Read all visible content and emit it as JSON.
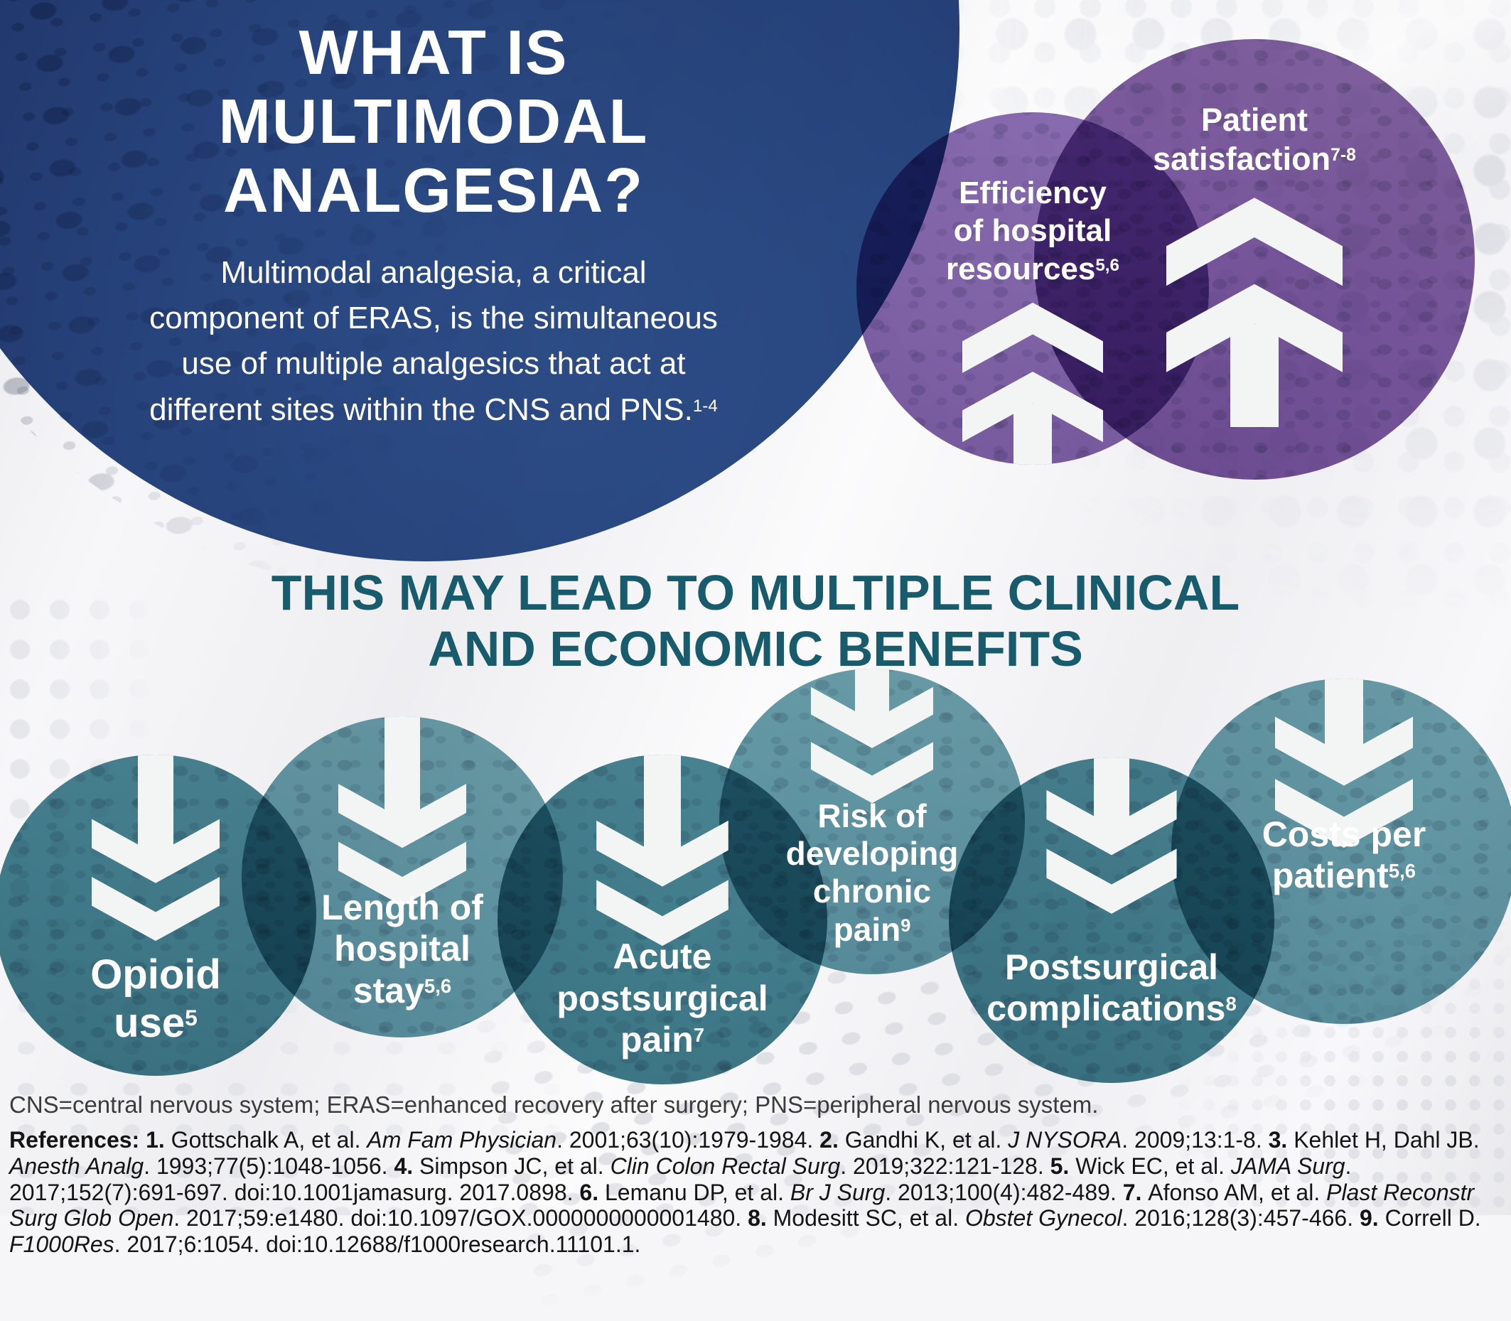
{
  "colors": {
    "navy": "#24417C",
    "purple": "#7A5EA3",
    "teal_dark": "#417D8C",
    "teal_light": "#6197A4",
    "heading_teal": "#175B6C",
    "text_white": "#FFFFFF",
    "background": "#F6F6F8"
  },
  "intro": {
    "title": "WHAT IS\nMULTIMODAL\nANALGESIA?",
    "body": "Multimodal analgesia, a critical\ncomponent of ERAS, is the simultaneous\nuse of multiple analgesics that act at\ndifferent sites within the CNS and PNS.",
    "body_sup": "1-4"
  },
  "up_benefits": [
    {
      "label": "Efficiency\nof hospital\nresources",
      "sup": "5,6",
      "icon": "up-arrow"
    },
    {
      "label": "Patient\nsatisfaction",
      "sup": "7-8",
      "icon": "up-arrow"
    }
  ],
  "lead_heading": "THIS MAY LEAD TO MULTIPLE CLINICAL\nAND ECONOMIC BENEFITS",
  "down_benefits": [
    {
      "label": "Opioid\nuse",
      "sup": "5",
      "icon": "down-arrow"
    },
    {
      "label": "Length of\nhospital\nstay",
      "sup": "5,6",
      "icon": "down-arrow"
    },
    {
      "label": "Acute\npostsurgical\npain",
      "sup": "7",
      "icon": "down-arrow"
    },
    {
      "label": "Risk of\ndeveloping\nchronic\npain",
      "sup": "9",
      "icon": "down-arrow"
    },
    {
      "label": "Postsurgical\ncomplications",
      "sup": "8",
      "icon": "down-arrow"
    },
    {
      "label": "Costs per\npatient",
      "sup": "5,6",
      "icon": "down-arrow"
    }
  ],
  "footnotes": {
    "abbreviations": "CNS=central nervous system; ERAS=enhanced recovery after surgery; PNS=peripheral nervous system.",
    "references": [
      {
        "t": "References: ",
        "b": true
      },
      {
        "t": "1. ",
        "b": true
      },
      {
        "t": "Gottschalk A, et al. "
      },
      {
        "t": "Am Fam Physician",
        "i": true
      },
      {
        "t": ". 2001;63(10):1979-1984. "
      },
      {
        "t": "2. ",
        "b": true
      },
      {
        "t": "Gandhi K, et al. "
      },
      {
        "t": "J NYSORA",
        "i": true
      },
      {
        "t": ". 2009;13:1-8. "
      },
      {
        "t": "3. ",
        "b": true
      },
      {
        "t": "Kehlet H, Dahl JB. "
      },
      {
        "t": "Anesth Analg",
        "i": true
      },
      {
        "t": ". 1993;77(5):1048-1056. "
      },
      {
        "t": "4. ",
        "b": true
      },
      {
        "t": "Simpson JC, et al. "
      },
      {
        "t": "Clin Colon Rectal Surg",
        "i": true
      },
      {
        "t": ". 2019;322:121-128. "
      },
      {
        "t": "5. ",
        "b": true
      },
      {
        "t": "Wick EC, et al. "
      },
      {
        "t": "JAMA Surg",
        "i": true
      },
      {
        "t": ". 2017;152(7):691-697. doi:10.1001jamasurg. 2017.0898. "
      },
      {
        "t": "6. ",
        "b": true
      },
      {
        "t": "Lemanu DP, et al. "
      },
      {
        "t": "Br J Surg",
        "i": true
      },
      {
        "t": ". 2013;100(4):482-489. "
      },
      {
        "t": "7. ",
        "b": true
      },
      {
        "t": "Afonso AM, et al. "
      },
      {
        "t": "Plast Reconstr Surg Glob Open",
        "i": true
      },
      {
        "t": ". 2017;59:e1480. doi:10.1097/GOX.0000000000001480. "
      },
      {
        "t": "8. ",
        "b": true
      },
      {
        "t": "Modesitt SC, et al. "
      },
      {
        "t": "Obstet Gynecol",
        "i": true
      },
      {
        "t": ". 2016;128(3):457-466. "
      },
      {
        "t": "9. ",
        "b": true
      },
      {
        "t": "Correll D. "
      },
      {
        "t": "F1000Res",
        "i": true
      },
      {
        "t": ". 2017;6:1054. doi:10.12688/f1000research.11101.1."
      }
    ]
  }
}
